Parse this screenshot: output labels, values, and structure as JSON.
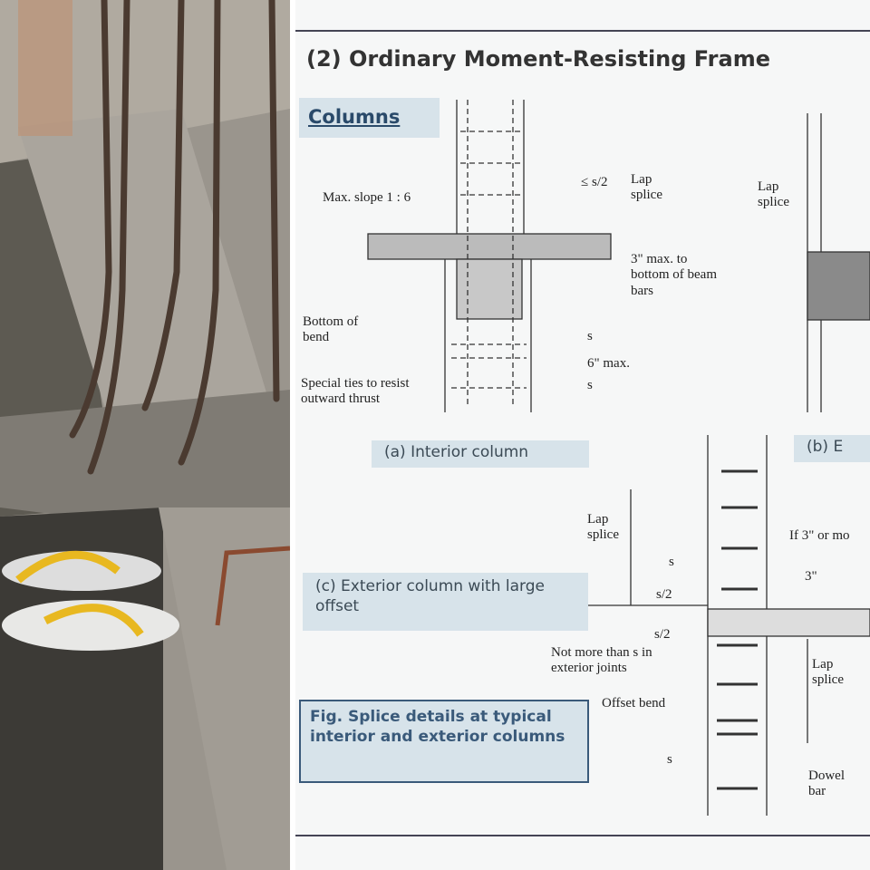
{
  "document": {
    "title": "(2) Ordinary Moment-Resisting Frame",
    "section": "Columns",
    "labels": {
      "max_slope": "Max. slope 1 : 6",
      "le_s2": "≤ s/2",
      "lap_splice_a": "Lap splice",
      "three_in_max": "3\" max. to bottom of beam bars",
      "bottom_of_bend": "Bottom of bend",
      "special_ties": "Special ties to resist outward thrust",
      "s_top": "s",
      "six_in_max": "6\" max.",
      "s_bottom": "s",
      "lap_splice_b": "Lap splice",
      "lap_splice_c": "Lap splice",
      "s_c": "s",
      "s2_c1": "s/2",
      "s2_c2": "s/2",
      "if_3in": "If 3\" or mo",
      "three_in": "3\"",
      "not_more_than": "Not more than s in exterior joints",
      "offset_bend": "Offset bend",
      "lap_splice_d": "Lap splice",
      "s_d": "s",
      "dowel_bar": "Dowel bar"
    },
    "captions": {
      "a": "(a) Interior column",
      "b": "(b) E",
      "c": "(c) Exterior column with large offset",
      "fig": "Fig.  Splice details at typical interior and exterior columns"
    }
  },
  "colors": {
    "caption_bg": "#d7e3ea",
    "title": "#333333",
    "fig_text": "#3a5a7a",
    "sandal_strap": "#e8b820"
  }
}
